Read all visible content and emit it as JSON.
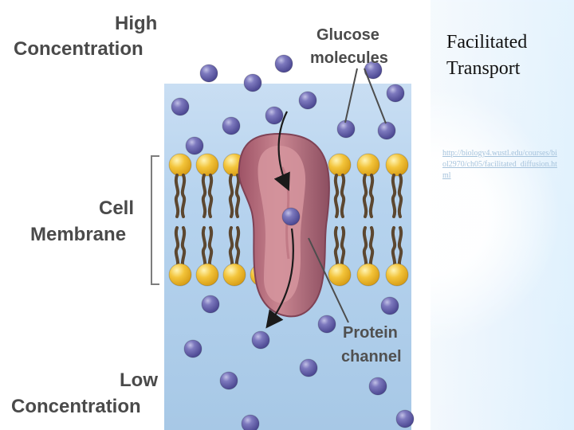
{
  "diagram": {
    "top_label": "High\nConcentration",
    "glucose_label": "Glucose\nmolecules",
    "membrane_label": "Cell\nMembrane",
    "protein_label": "Protein\nchannel",
    "bottom_label": "Low\nConcentration",
    "colors": {
      "water_top": "#b6d3ee",
      "water_bottom": "#a9cce9",
      "head": "#f3c43a",
      "tail": "#5c4730",
      "protein": "#b86f7b",
      "protein_dark": "#8d4f61",
      "glucose": "#6663a6",
      "bracket": "#7d7d7d"
    }
  },
  "side_panel": {
    "title": "Facilitated\nTransport",
    "source_url": "http://biology4.wustl.edu/courses/biol2970/ch05/facilitated_diffusion.html"
  }
}
